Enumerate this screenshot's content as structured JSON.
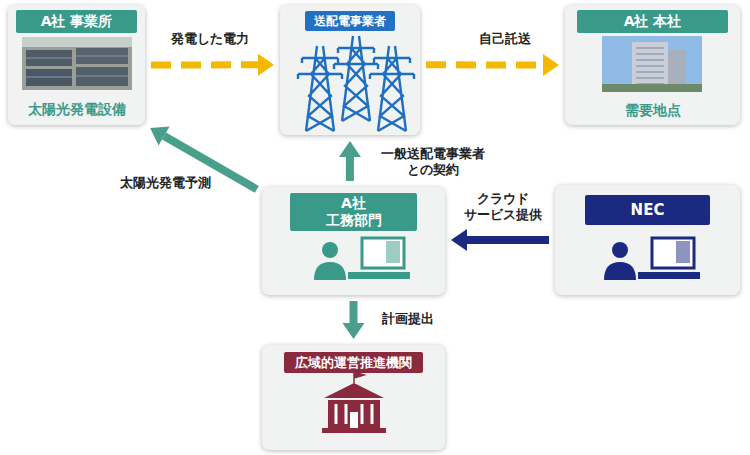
{
  "diagram": {
    "nodes": [
      {
        "text": [
          "A社 事業所",
          "太陽光発電設備"
        ]
      },
      {
        "text": [
          "送配電事業者"
        ]
      },
      {
        "text": [
          "A社 本社",
          "需要地点"
        ]
      },
      {
        "text": [
          "A社 工務部門"
        ]
      },
      {
        "text": [
          "NEC"
        ]
      },
      {
        "text": [
          "広域的運営推進機関"
        ]
      }
    ],
    "edges": [
      {
        "from": 0,
        "to": 1,
        "label": "発電した電力",
        "arrow": "to"
      },
      {
        "from": 1,
        "to": 2,
        "label": "自己託送",
        "arrow": "to"
      },
      {
        "from": 3,
        "to": 0,
        "label": "太陽光発電予測",
        "arrow": "to"
      },
      {
        "from": 3,
        "to": 1,
        "label": "一般送配電事業者 との契約",
        "arrow": "to"
      },
      {
        "from": 4,
        "to": 3,
        "label": "クラウド サービス提供",
        "arrow": "to"
      },
      {
        "from": 3,
        "to": 5,
        "label": "計画提出",
        "arrow": "to"
      }
    ]
  }
}
